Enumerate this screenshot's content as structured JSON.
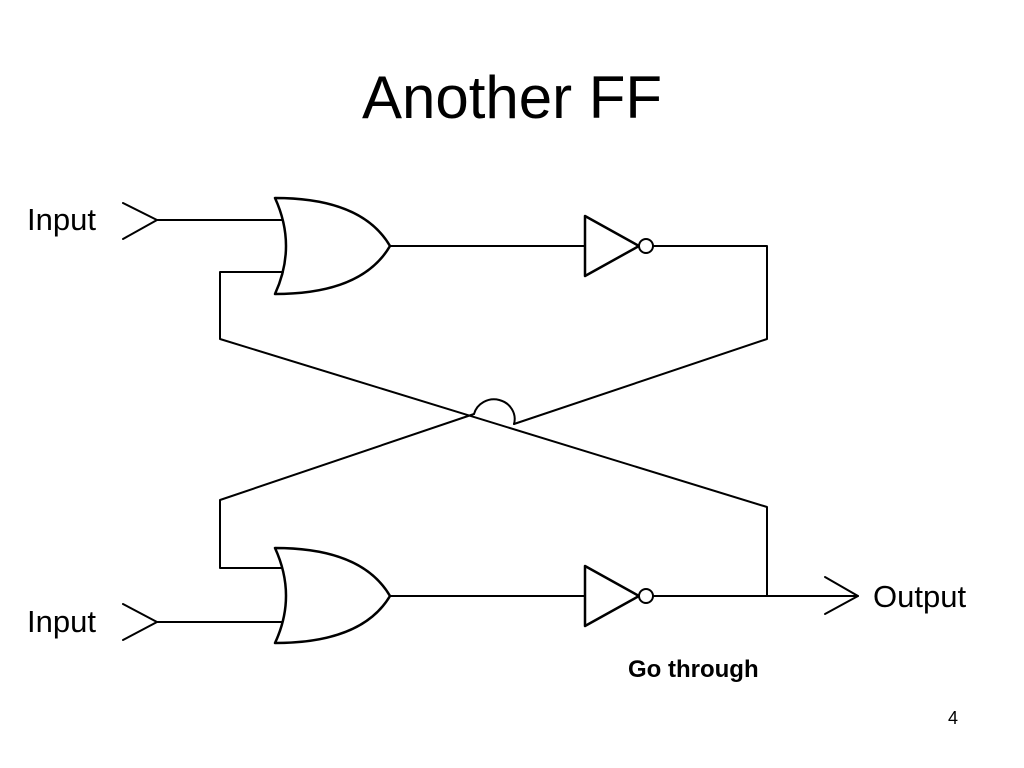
{
  "slide": {
    "title": "Another FF",
    "note": "Go through",
    "page_number": "4"
  },
  "diagram": {
    "top_input_label": "Input",
    "bottom_input_label": "Input",
    "output_label": "Output",
    "gates": [
      {
        "id": "or-gate-top",
        "type": "OR"
      },
      {
        "id": "not-gate-top",
        "type": "NOT"
      },
      {
        "id": "or-gate-bottom",
        "type": "OR"
      },
      {
        "id": "not-gate-bottom",
        "type": "NOT"
      }
    ]
  }
}
